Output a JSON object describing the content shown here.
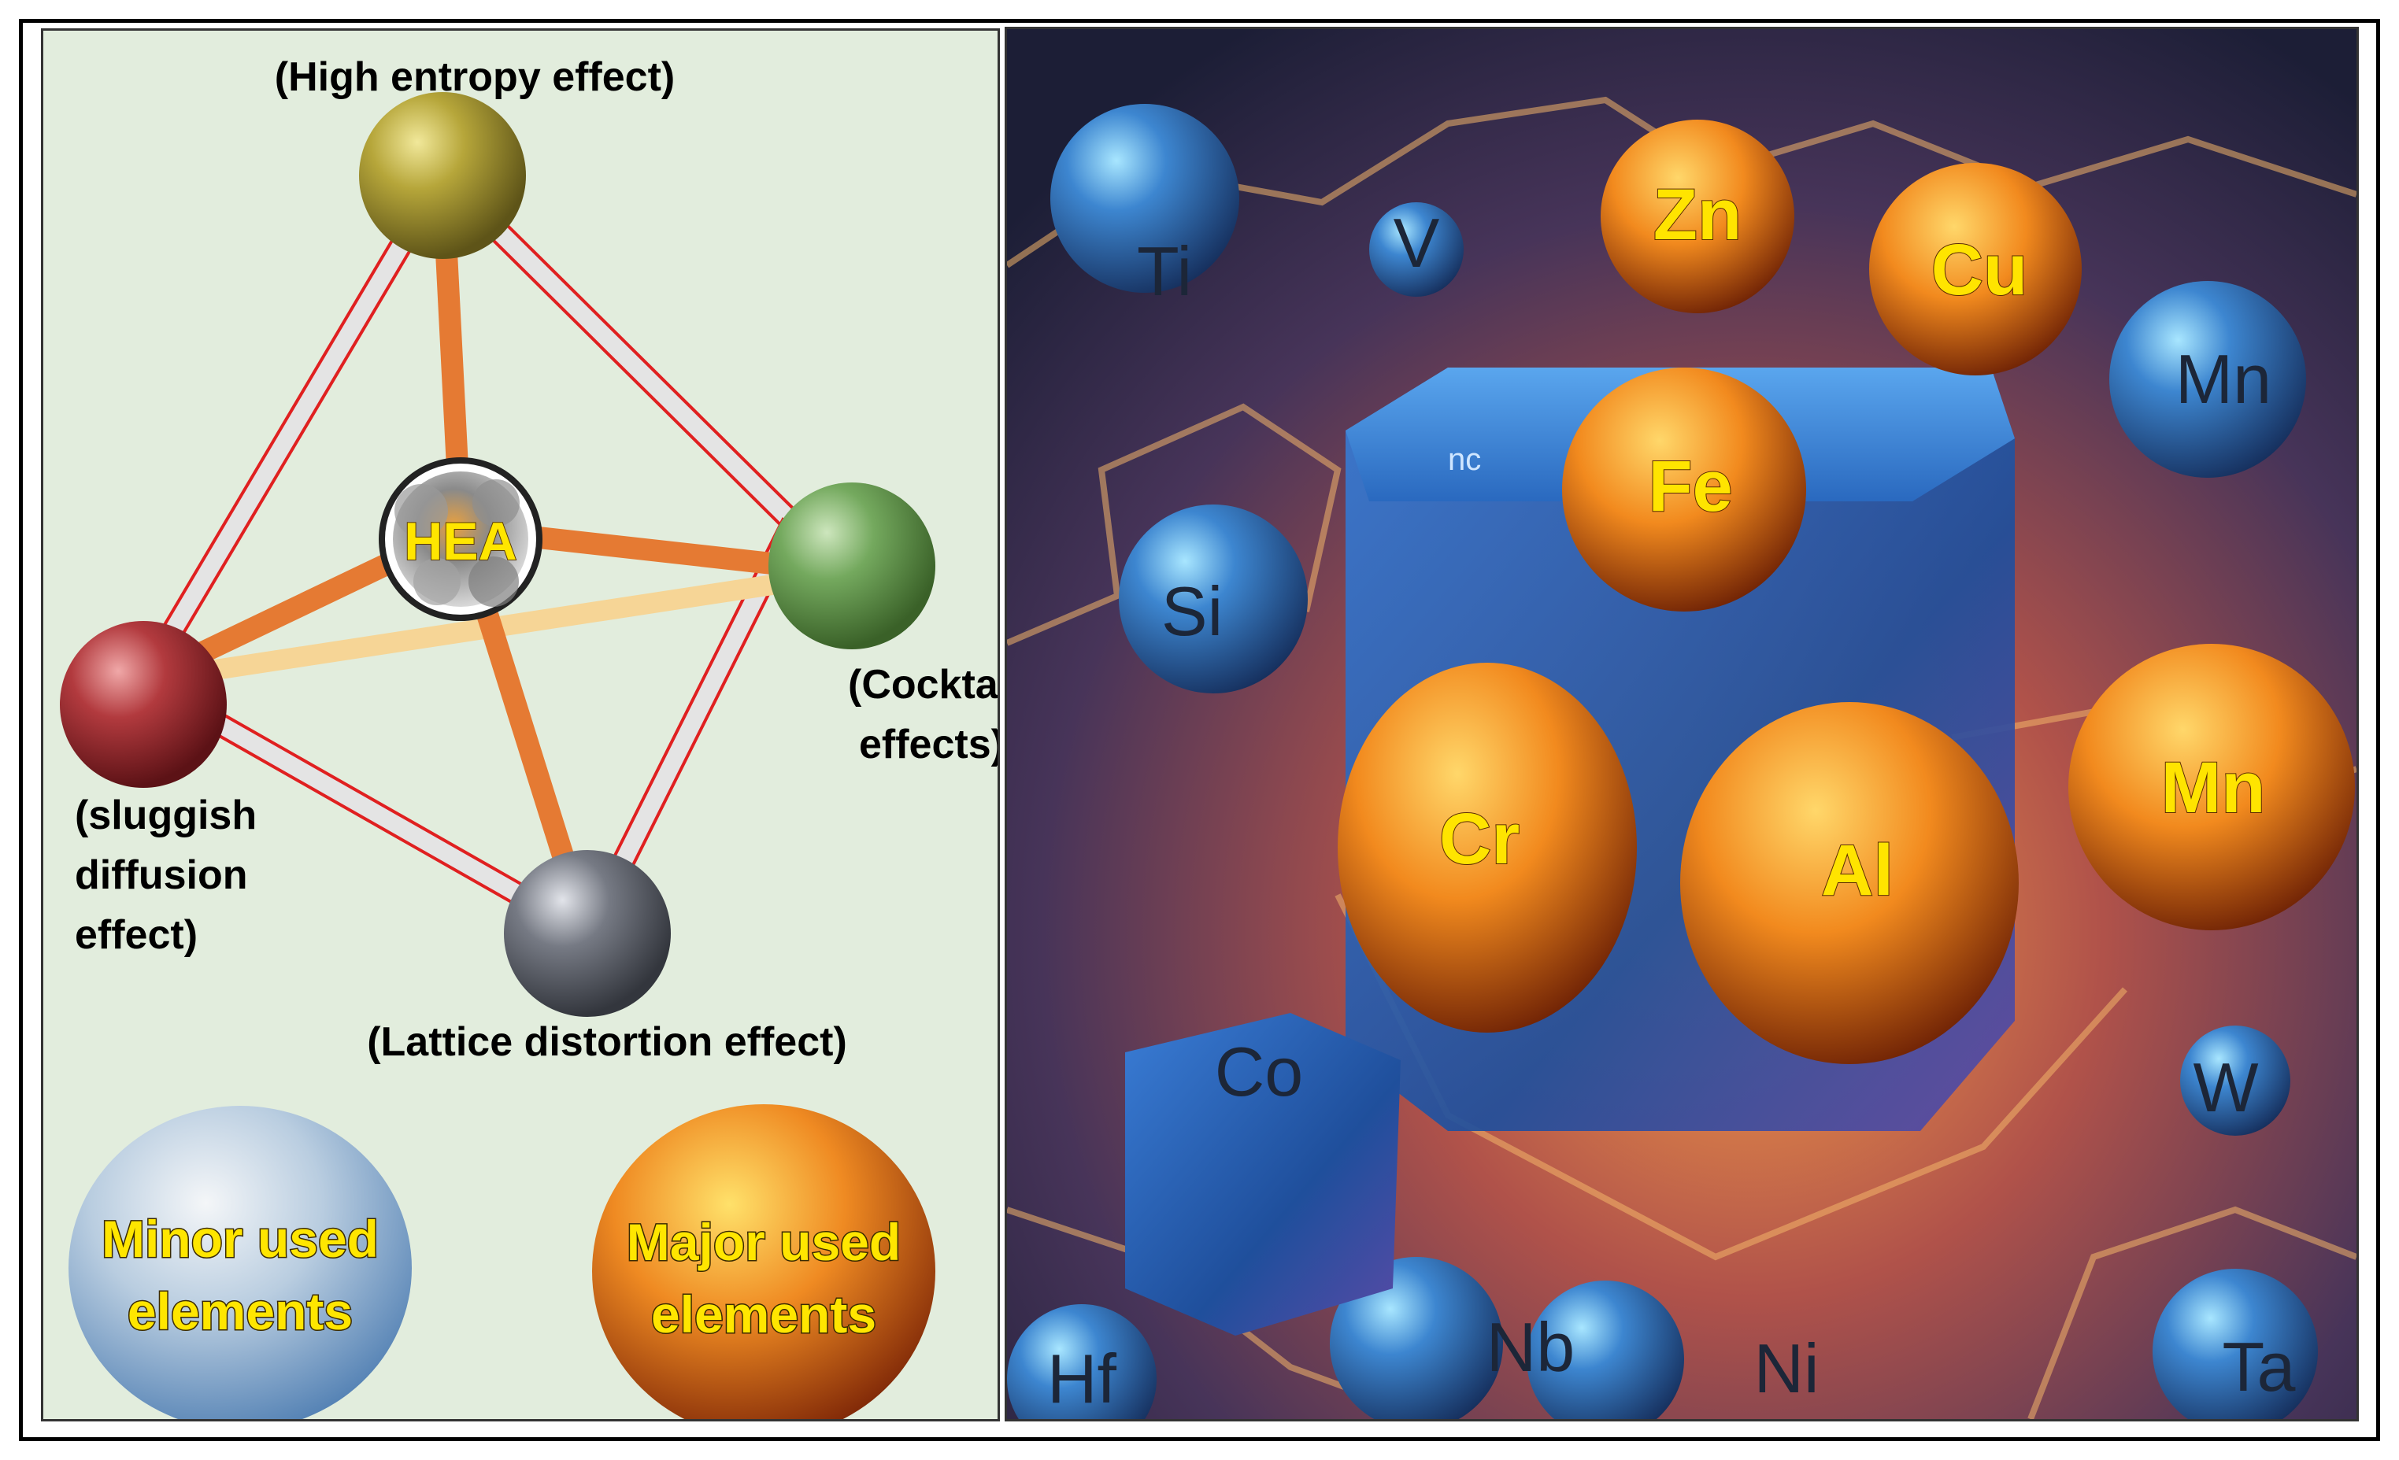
{
  "left_panel": {
    "labels": {
      "high_entropy": "(High entropy effect)",
      "cocktail_line1": "(Cocktail",
      "cocktail_line2": "effects)",
      "sluggish_line1": "(sluggish",
      "sluggish_line2": "diffusion",
      "sluggish_line3": "effect)",
      "lattice": "(Lattice distortion effect)",
      "center": "HEA"
    },
    "legend": {
      "minor_line1": "Minor used",
      "minor_line2": "elements",
      "major_line1": "Major used",
      "major_line2": "elements"
    },
    "colors": {
      "top_sphere": "#a9992f",
      "right_sphere": "#6fa35a",
      "left_sphere": "#b5393d",
      "bottom_sphere": "#6a6e78",
      "bond": "#e8823a",
      "background": "#e2eddd"
    }
  },
  "right_panel": {
    "minor_elements": [
      "Ti",
      "V",
      "Mn",
      "Si",
      "Co",
      "W",
      "Hf",
      "Nb",
      "Ni",
      "Ta"
    ],
    "major_elements": [
      "Zn",
      "Cu",
      "Fe",
      "Cr",
      "Al",
      "Mn"
    ],
    "labels": {
      "ti": "Ti",
      "v": "V",
      "zn": "Zn",
      "cu": "Cu",
      "mn_blue": "Mn",
      "fe": "Fe",
      "si": "Si",
      "cr": "Cr",
      "al": "Al",
      "mn_orange": "Mn",
      "co": "Co",
      "w": "W",
      "hf": "Hf",
      "nb": "Nb",
      "ni": "Ni",
      "ta": "Ta",
      "cube_mark": "nc"
    }
  }
}
